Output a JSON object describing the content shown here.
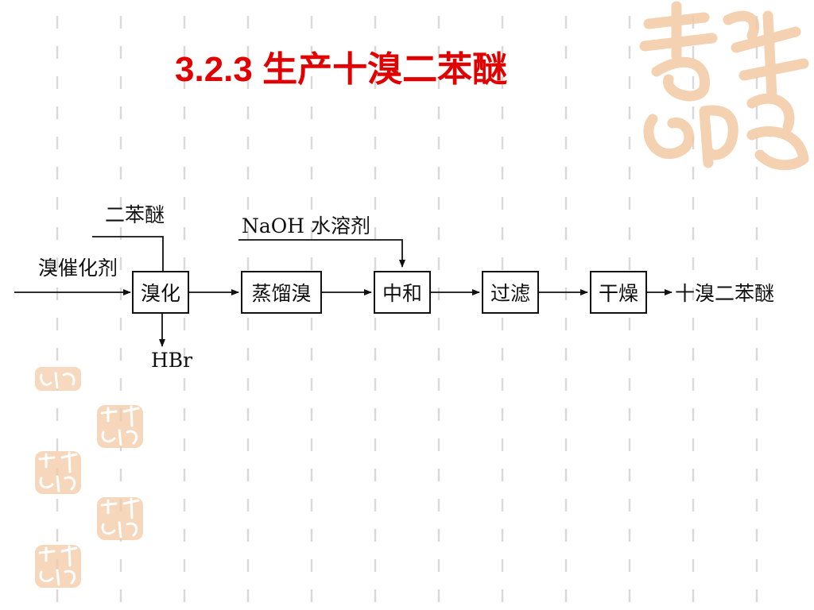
{
  "slide": {
    "title_number": "3.2.3",
    "title_text": "生产十溴二苯醚"
  },
  "diagram": {
    "inputs": {
      "diphenyl_ether": "二苯醚",
      "catalyst": "溴催化剂",
      "naoh": "NaOH 水溶剂"
    },
    "steps": [
      "溴化",
      "蒸馏溴",
      "中和",
      "过滤",
      "干燥"
    ],
    "byproduct": "HBr",
    "product": "十溴二苯醚"
  },
  "colors": {
    "title": "#e00000",
    "line": "#111111",
    "seal": "#f3c9a4",
    "dash": "#d9d9d9"
  },
  "decorations": {
    "seal_icon": "seal-watermark-icon"
  }
}
